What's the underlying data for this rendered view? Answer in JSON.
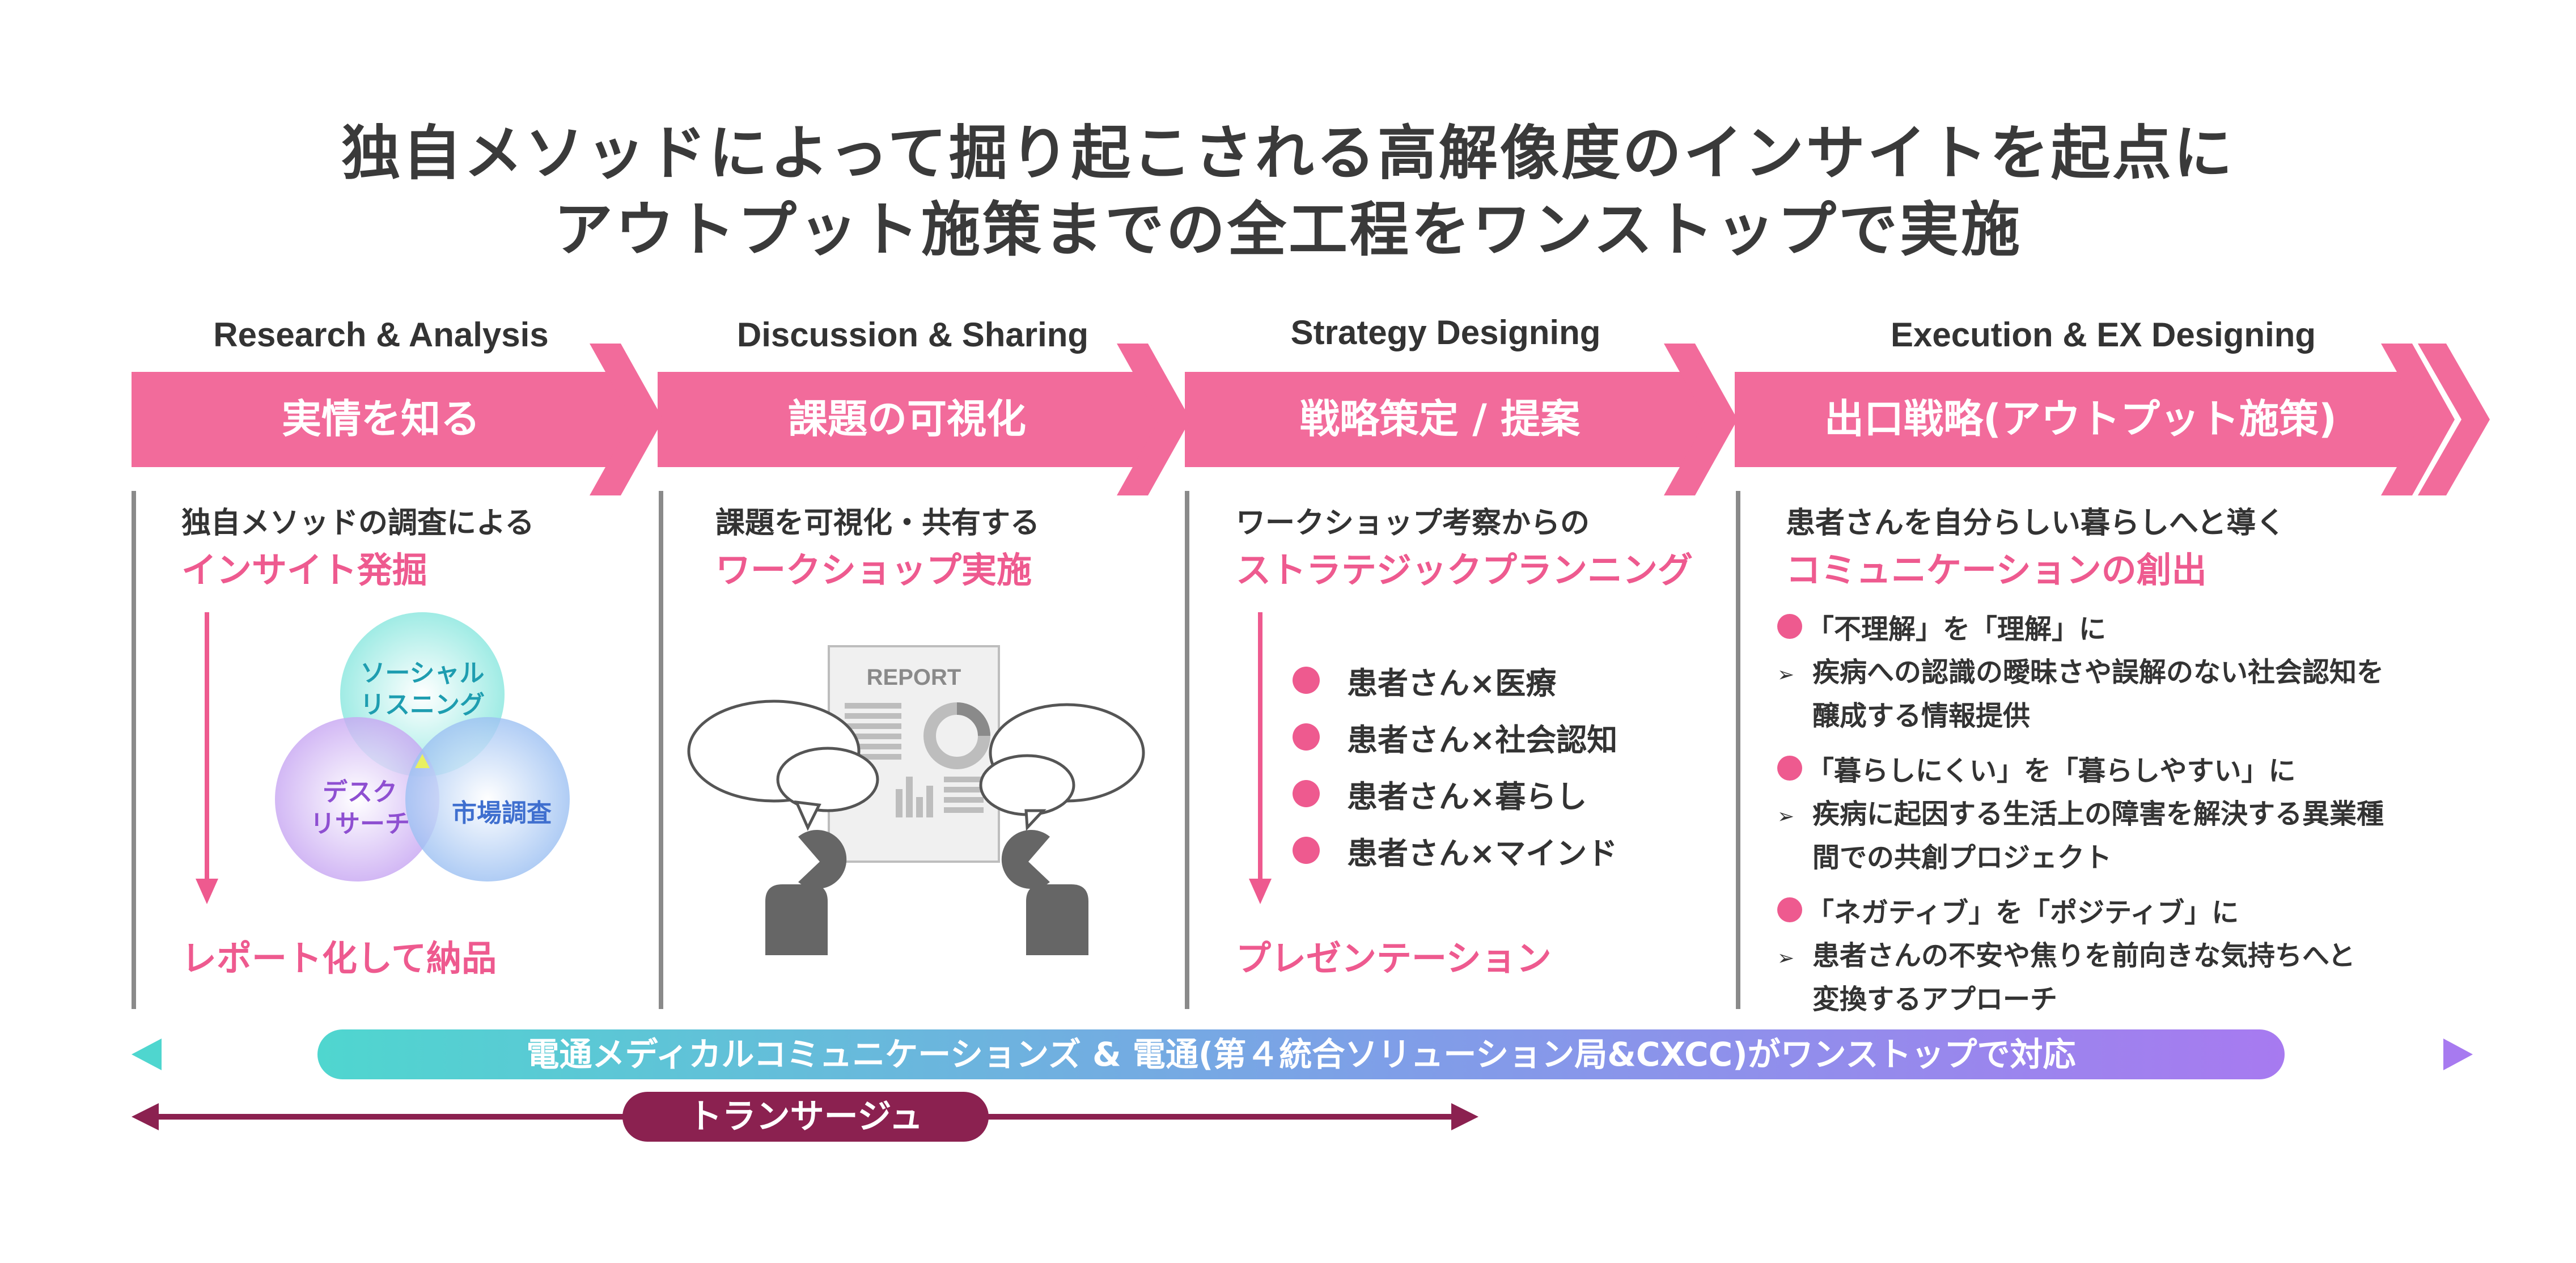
{
  "title": {
    "line1": "独自メソッドによって掘り起こされる高解像度のインサイトを起点に",
    "line2": "アウトプット施策までの全工程をワンストップで実施"
  },
  "phases": [
    {
      "en": "Research & Analysis",
      "jp": "実情を知る"
    },
    {
      "en": "Discussion & Sharing",
      "jp": "課題の可視化"
    },
    {
      "en": "Strategy Designing",
      "jp": "戦略策定 / 提案"
    },
    {
      "en": "Execution & EX Designing",
      "jp": "出口戦略(アウトプット施策)"
    }
  ],
  "col1": {
    "lead": "独自メソッドの調査による",
    "highlight": "インサイト発掘",
    "venn": {
      "top": [
        "ソーシャル",
        "リスニング"
      ],
      "left": [
        "デスク",
        "リサーチ"
      ],
      "right": "市場調査"
    },
    "result": "レポート化して納品"
  },
  "col2": {
    "lead": "課題を可視化・共有する",
    "highlight": "ワークショップ実施",
    "report_label": "REPORT"
  },
  "col3": {
    "lead": "ワークショップ考察からの",
    "highlight": "ストラテジックプランニング",
    "bullets": [
      "患者さん×医療",
      "患者さん×社会認知",
      "患者さん×暮らし",
      "患者さん×マインド"
    ],
    "result": "プレゼンテーション"
  },
  "col4": {
    "lead": "患者さんを自分らしい暮らしへと導く",
    "highlight": "コミュニケーションの創出",
    "items": [
      {
        "head": "「不理解」を「理解」に",
        "body": [
          "疾病への認識の曖昧さや誤解のない社会認知を",
          "醸成する情報提供"
        ]
      },
      {
        "head": "「暮らしにくい」を「暮らしやすい」に",
        "body": [
          "疾病に起因する生活上の障害を解決する異業種",
          "間での共創プロジェクト"
        ]
      },
      {
        "head": "「ネガティブ」を「ポジティブ」に",
        "body": [
          "患者さんの不安や焦りを前向きな気持ちへと",
          "変換するアプローチ"
        ]
      }
    ]
  },
  "bars": {
    "dentsu": "電通メディカルコミュニケーションズ & 電通(第４統合ソリューション局&CXCC)がワンストップで対応",
    "transage": "トランサージュ"
  },
  "colors": {
    "pink": "#f26b9b",
    "accent_pink": "#ee5a8f",
    "teal": "#4fd6cf",
    "purple": "#a77af0",
    "maroon": "#8b2150"
  }
}
